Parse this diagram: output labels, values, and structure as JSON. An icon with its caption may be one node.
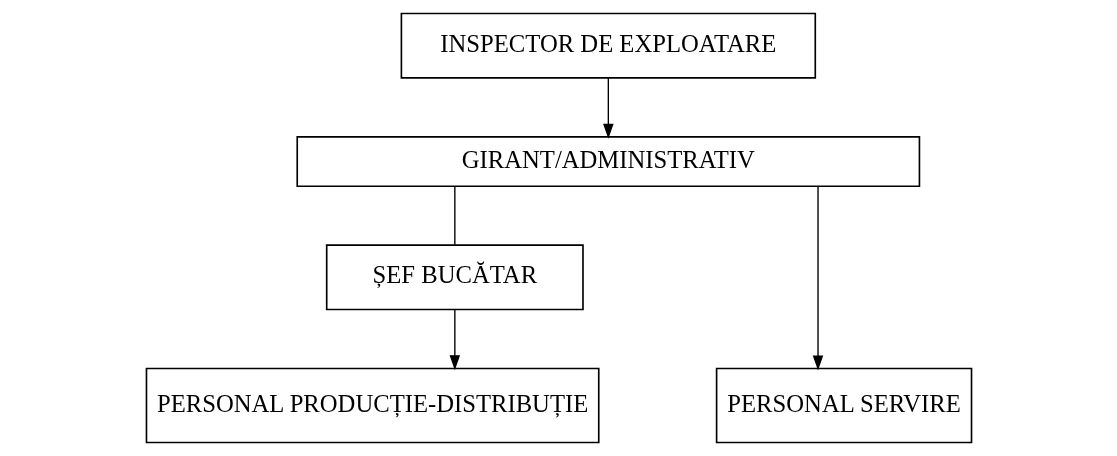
{
  "diagram": {
    "nodes": [
      {
        "text": [
          "INSPECTOR DE EXPLOATARE"
        ]
      },
      {
        "text": [
          "GIRANT/ADMINISTRATIV"
        ]
      },
      {
        "text": [
          "ȘEF BUCĂTAR"
        ]
      },
      {
        "text": [
          "PERSONAL PRODUCȚIE-DISTRIBUȚIE"
        ]
      },
      {
        "text": [
          "PERSONAL SERVIRE"
        ]
      }
    ],
    "edges": [
      {
        "from": 0,
        "to": 1,
        "arrow": "to"
      },
      {
        "from": 1,
        "to": 2,
        "arrow": "none"
      },
      {
        "from": 1,
        "to": 4,
        "arrow": "to"
      },
      {
        "from": 2,
        "to": 3,
        "arrow": "to"
      }
    ]
  }
}
